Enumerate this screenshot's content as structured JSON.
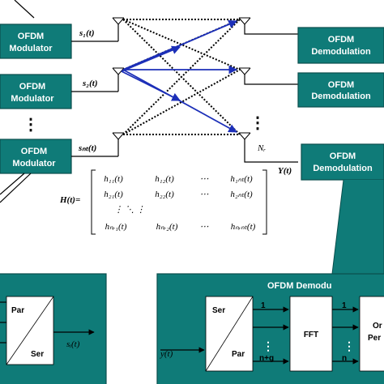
{
  "tx": {
    "modulator_label_1": "OFDM",
    "modulator_label_2": "Modulator",
    "signals": [
      "s₁(t)",
      "s₂(t)",
      "sₙₜ(t)"
    ],
    "dots": "⋮"
  },
  "rx": {
    "demod_label_1": "OFDM",
    "demod_label_2": "Demodulation",
    "nr_label": "Nᵣ",
    "y_label": "Y(t)",
    "dots": "⋮"
  },
  "matrix": {
    "lhs": "H(t)=",
    "rows": [
      [
        "h₁₁(t)",
        "h₁₂(t)",
        "⋯",
        "h₁ₙₜ(t)"
      ],
      [
        "h₂₁(t)",
        "h₂₂(t)",
        "⋯",
        "h₂ₙₜ(t)"
      ],
      [
        "⋮   ⋱   ⋮",
        "",
        "",
        ""
      ],
      [
        "hₙᵣ₁(t)",
        "hₙᵣ₂(t)",
        "⋯",
        "hₙᵣₙₜ(t)"
      ]
    ]
  },
  "bottom_left": {
    "par": "Par",
    "ser": "Ser",
    "out": "sᵢ(t)"
  },
  "bottom_right": {
    "title": "OFDM Demodu",
    "in": "y(t)",
    "ser": "Ser",
    "par": "Par",
    "fft": "FFT",
    "tap_1": "1",
    "tap_ng": "n+g",
    "tap_right_1": "1",
    "tap_right_n": "n",
    "right_top": "Or",
    "right_bottom": "Per"
  }
}
